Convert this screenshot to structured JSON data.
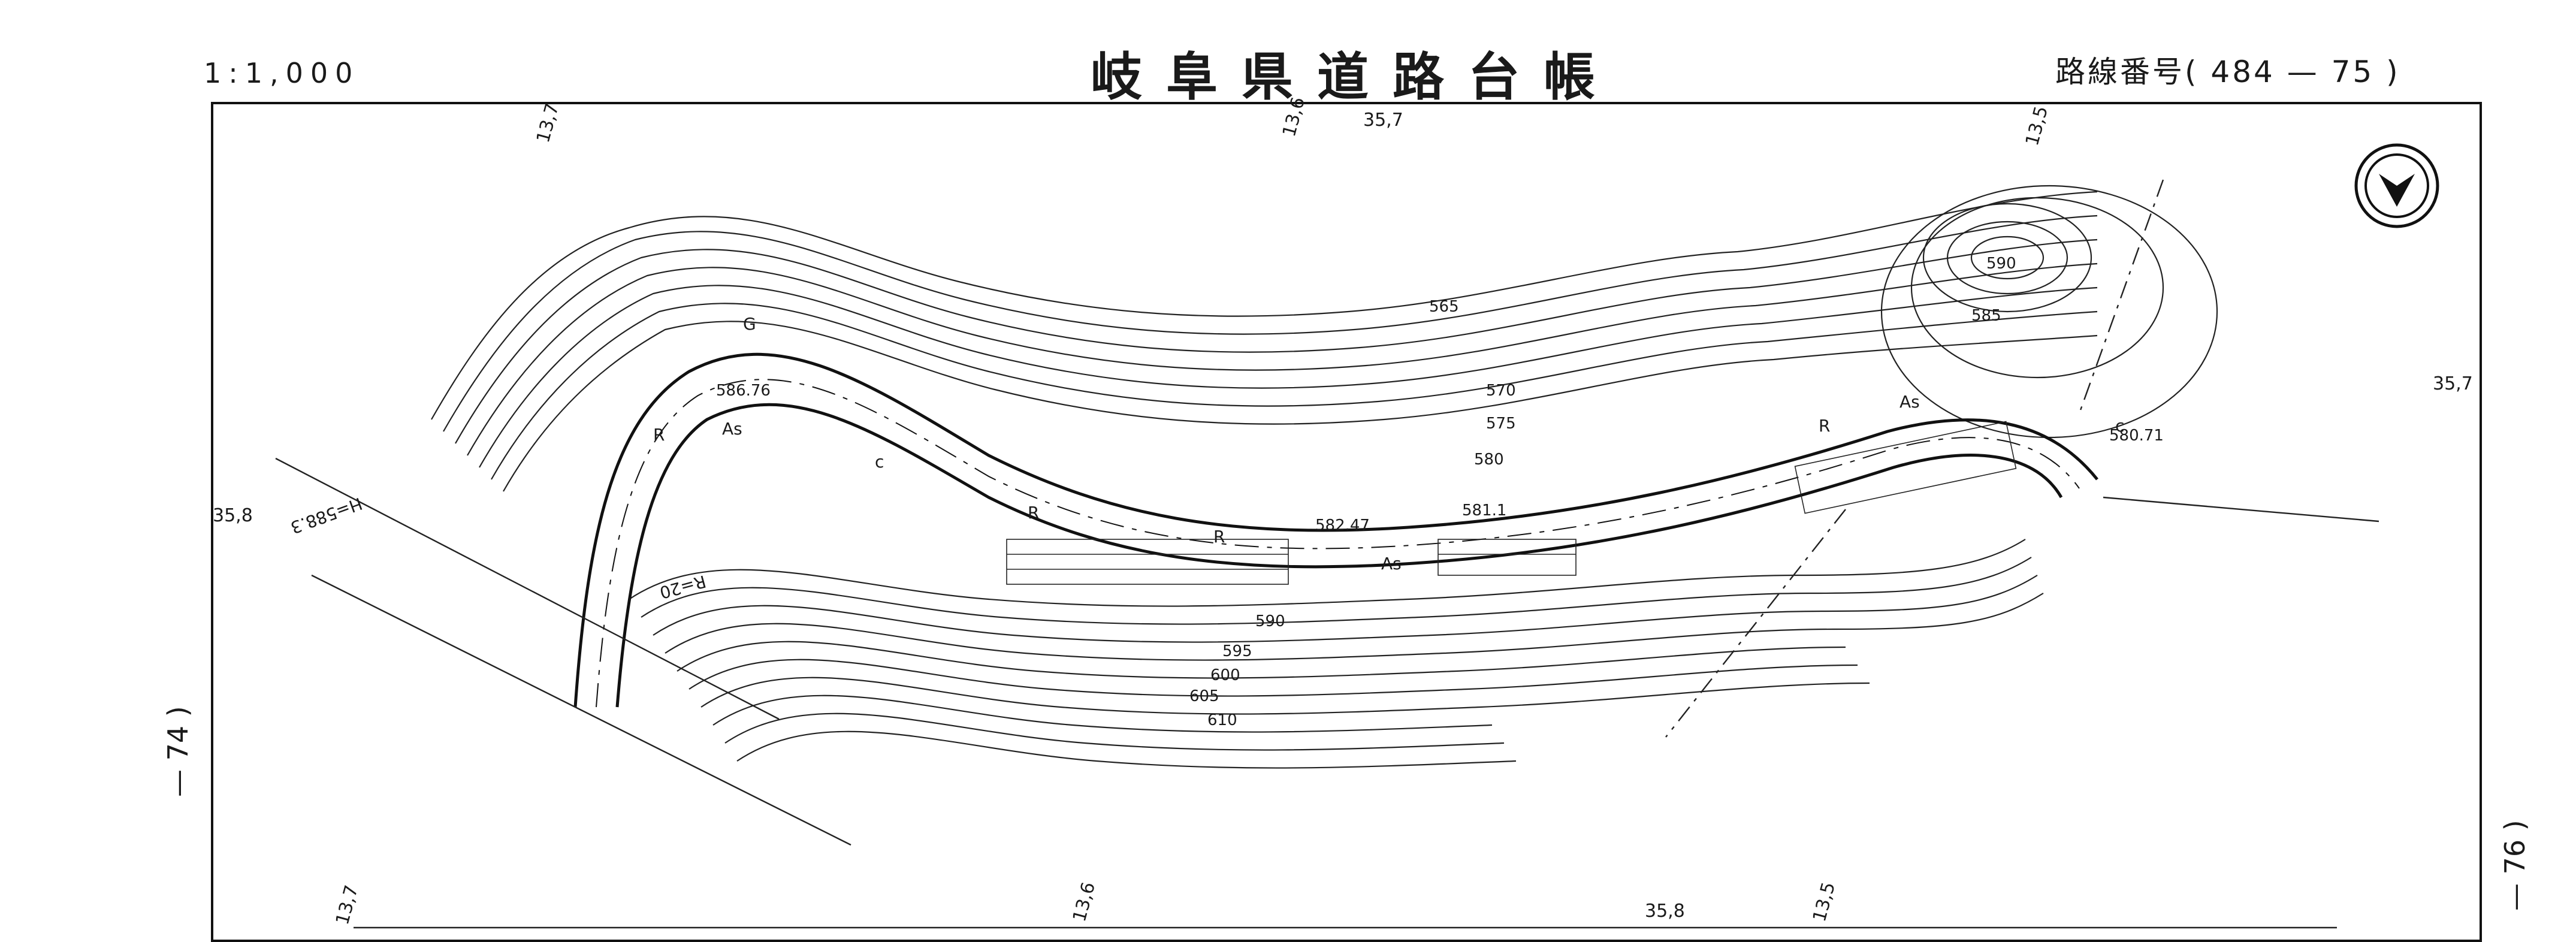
{
  "header": {
    "scale": "1:1,000",
    "title": "岐阜県道路台帳",
    "route_label": "路線番号( 484 — 75 )"
  },
  "side": {
    "left_ref": "— 74 )",
    "right_ref": "— 76 )"
  },
  "grid_refs": {
    "top": [
      "13,7",
      "13,6",
      "35,7",
      "13,5"
    ],
    "left": "35,8",
    "right": "35,7",
    "bottom": [
      "13,7",
      "13,6",
      "35,8",
      "13,5"
    ]
  },
  "contours": [
    "565",
    "570",
    "575",
    "580",
    "585",
    "590",
    "595",
    "600",
    "605",
    "610"
  ],
  "elevations": [
    "586.76",
    "582.47",
    "581.1",
    "580.71"
  ],
  "road_labels": {
    "H": "H=588.3",
    "R20": "R=20",
    "As": "As",
    "R": "R",
    "G": "G",
    "c": "c"
  },
  "colors": {
    "ink": "#1a1a1a",
    "paper": "#ffffff"
  }
}
